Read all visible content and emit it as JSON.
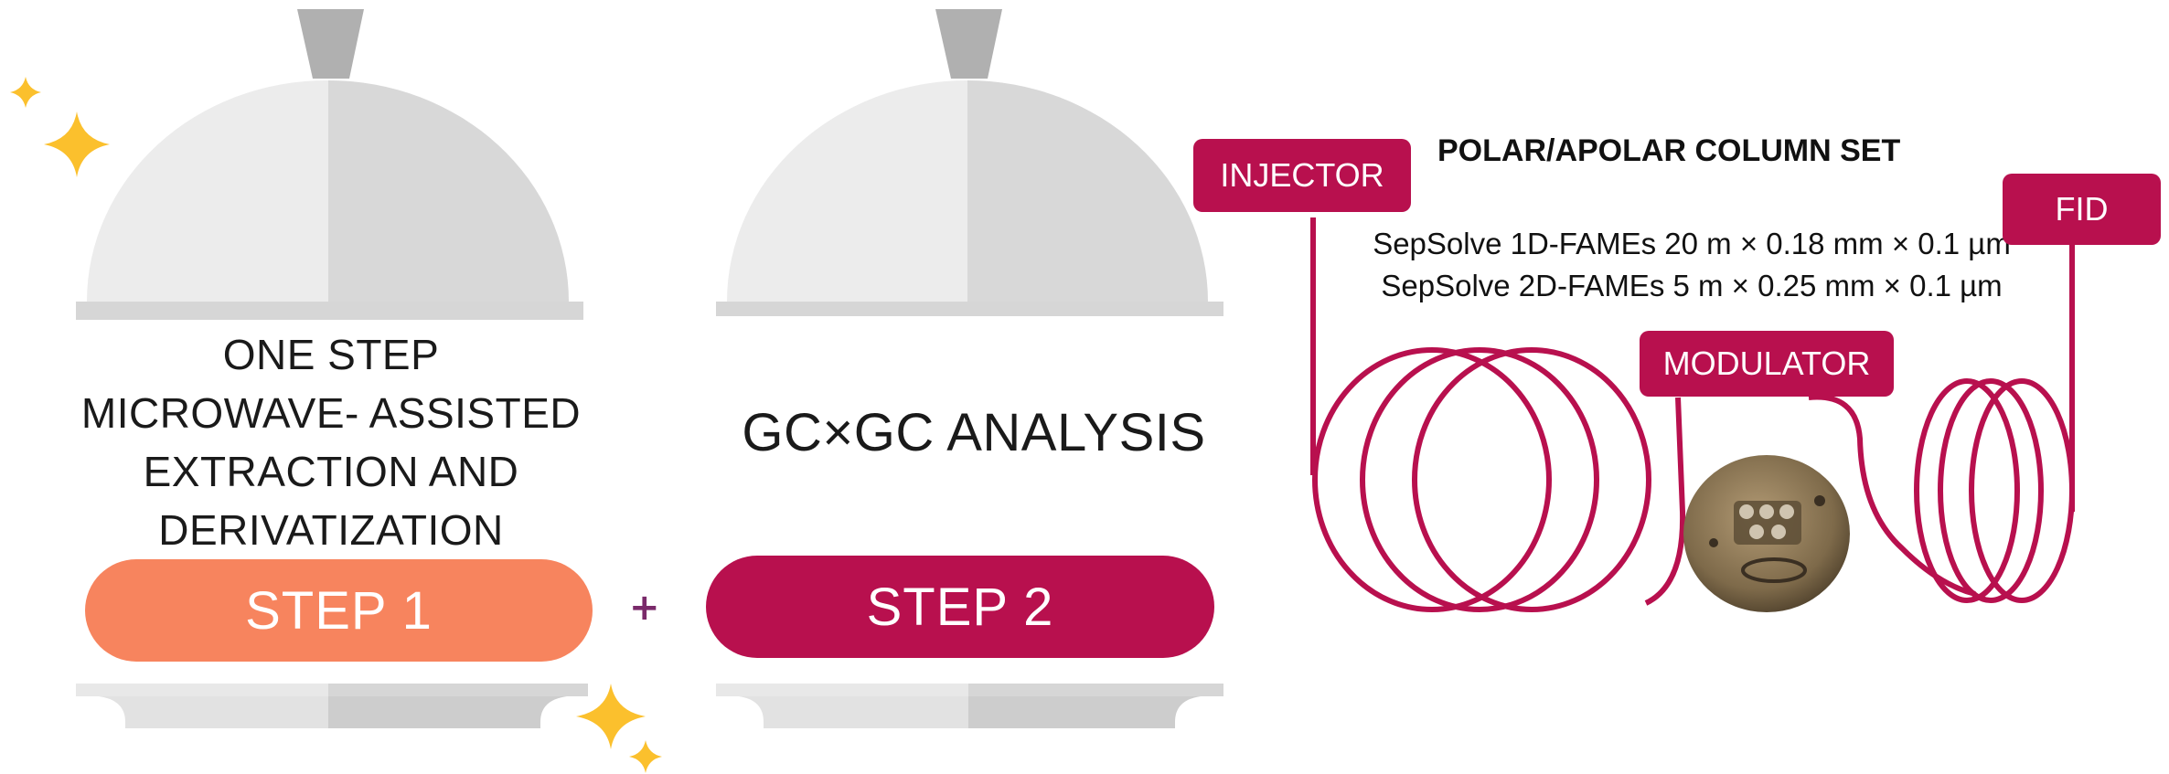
{
  "step1": {
    "caption_lines": [
      "ONE STEP",
      "MICROWAVE- ASSISTED",
      "EXTRACTION AND",
      "DERIVATIZATION"
    ],
    "label": "STEP 1",
    "color": "#f7845e"
  },
  "plus_sign": "+",
  "step2": {
    "caption": "GC×GC ANALYSIS",
    "label": "STEP 2",
    "color": "#b8104e"
  },
  "instrument": {
    "injector_label": "INJECTOR",
    "modulator_label": "MODULATOR",
    "detector_label": "FID",
    "column_set_title": "POLAR/APOLAR COLUMN SET",
    "column_1": "SepSolve 1D-FAMEs 20 m × 0.18 mm × 0.1 µm",
    "column_2": "SepSolve 2D-FAMEs 5 m × 0.25 mm × 0.1 µm",
    "accent_color": "#b8104e"
  },
  "icons": [
    "cloche-icon",
    "serving-plate-icon",
    "sparkle-icon",
    "column-coil-icon",
    "modulator-photo-icon"
  ]
}
